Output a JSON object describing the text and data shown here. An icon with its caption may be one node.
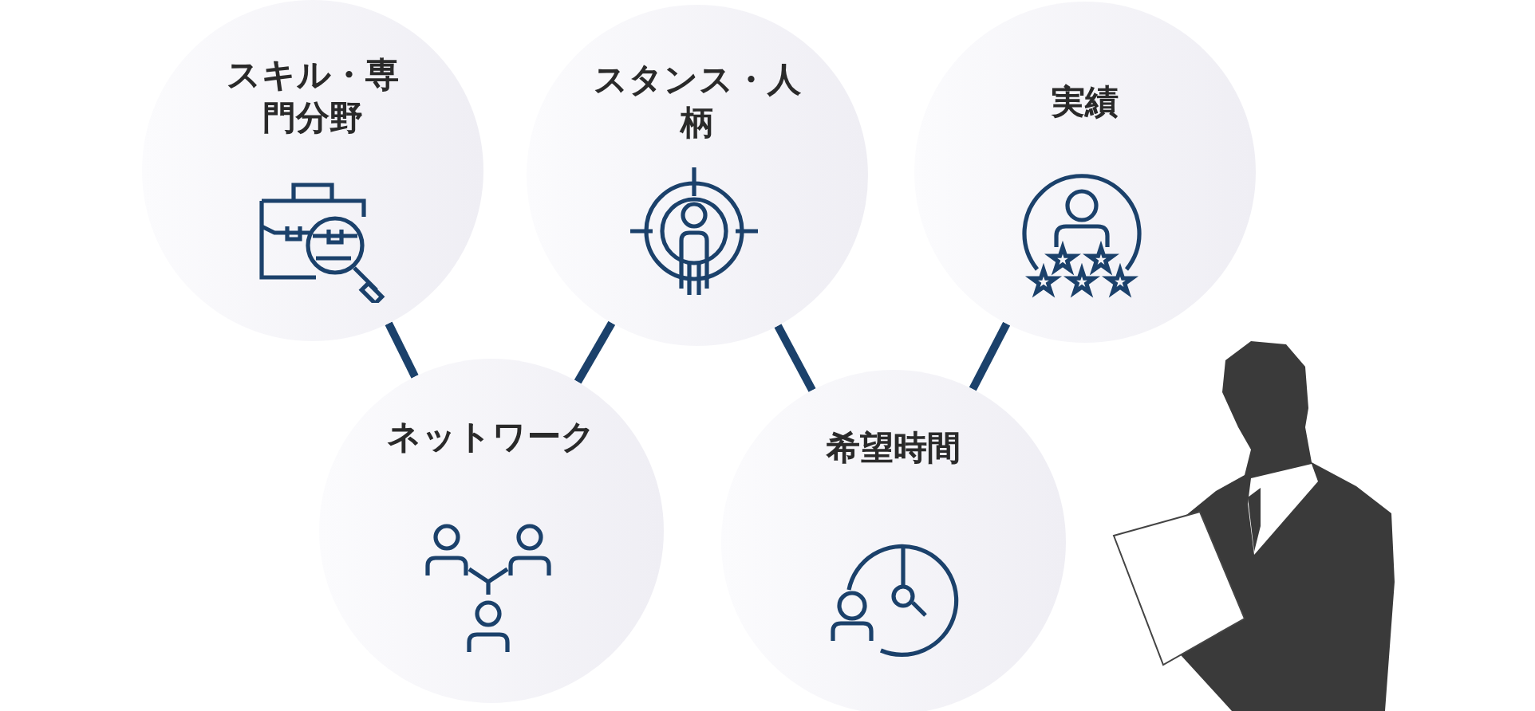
{
  "diagram": {
    "nodes": [
      {
        "text": [
          "スキル・専門分野"
        ]
      },
      {
        "text": [
          "スタンス・人柄"
        ]
      },
      {
        "text": [
          "実績"
        ]
      },
      {
        "text": [
          "ネットワーク"
        ]
      },
      {
        "text": [
          "希望時間"
        ]
      }
    ],
    "edges": [
      {
        "from": 0,
        "to": 3,
        "arrow": "none"
      },
      {
        "from": 1,
        "to": 3,
        "arrow": "none"
      },
      {
        "from": 1,
        "to": 4,
        "arrow": "none"
      },
      {
        "from": 2,
        "to": 4,
        "arrow": "none"
      }
    ]
  }
}
